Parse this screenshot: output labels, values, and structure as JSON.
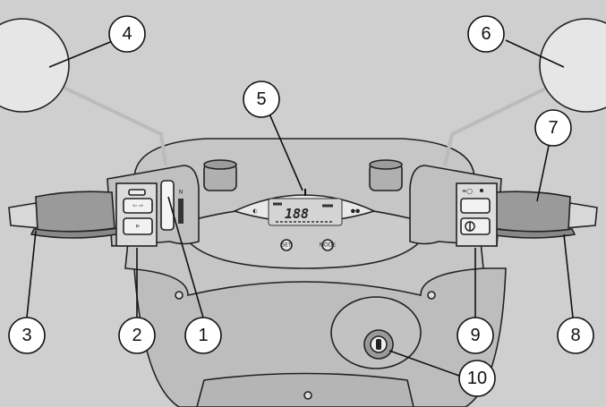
{
  "callouts": [
    {
      "id": "1",
      "label": "1"
    },
    {
      "id": "2",
      "label": "2"
    },
    {
      "id": "3",
      "label": "3"
    },
    {
      "id": "4",
      "label": "4"
    },
    {
      "id": "5",
      "label": "5"
    },
    {
      "id": "6",
      "label": "6"
    },
    {
      "id": "7",
      "label": "7"
    },
    {
      "id": "8",
      "label": "8"
    },
    {
      "id": "9",
      "label": "9"
    },
    {
      "id": "10",
      "label": "10"
    }
  ],
  "dashboard": {
    "lcd_reading": "188",
    "button_left": "SET",
    "button_right": "MODE"
  },
  "colors": {
    "background": "#cfcfcf",
    "body": "#c4c4c4",
    "dark": "#222222",
    "mirror": "#e6e6e6"
  }
}
